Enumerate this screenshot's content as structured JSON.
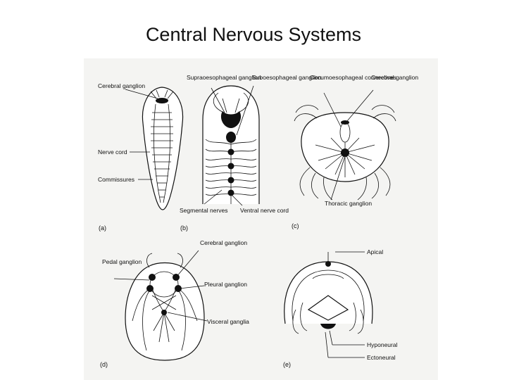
{
  "title": "Central Nervous Systems",
  "panels": {
    "a": {
      "panel_label": "(a)",
      "cerebral_ganglion": "Cerebral ganglion",
      "nerve_cord": "Nerve cord",
      "commissures": "Commissures"
    },
    "b": {
      "panel_label": "(b)",
      "supraoesophageal": "Supraoesophageal ganglion",
      "suboesophageal": "Suboesophageal ganglion",
      "segmental_nerves": "Segmental nerves",
      "ventral_nerve_cord": "Ventral nerve cord"
    },
    "c": {
      "panel_label": "(c)",
      "circumoesophageal": "Circumoesophageal connectives",
      "cerebral_ganglion": "Cerebral ganglion",
      "thoracic_ganglion": "Thoracic ganglion"
    },
    "d": {
      "panel_label": "(d)",
      "cerebral_ganglion": "Cerebral ganglion",
      "pedal_ganglion": "Pedal ganglion",
      "pleural_ganglion": "Pleural ganglion",
      "visceral_ganglia": "Visceral ganglia"
    },
    "e": {
      "panel_label": "(e)",
      "apical": "Apical",
      "hyponeural": "Hyponeural",
      "ectoneural": "Ectoneural"
    }
  }
}
